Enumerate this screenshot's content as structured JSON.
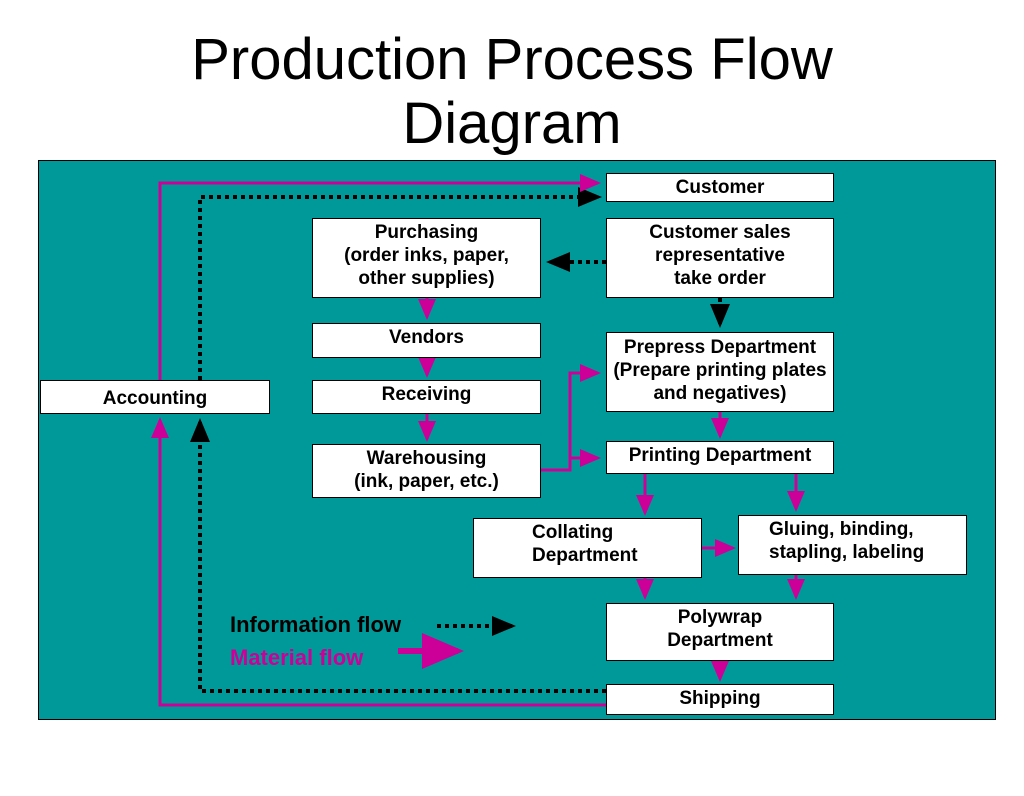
{
  "title": {
    "line1": "Production Process Flow",
    "line2": "Diagram"
  },
  "colors": {
    "panel_background": "#009999",
    "material_flow": "#cc0099",
    "information_flow": "#000000",
    "box_fill": "#ffffff",
    "legend_information_text": "#000000",
    "legend_material_text": "#cc0099"
  },
  "nodes": {
    "customer": [
      "Customer"
    ],
    "sales_rep": [
      "Customer sales",
      "representative",
      "take order"
    ],
    "purchasing": [
      "Purchasing",
      "(order inks, paper,",
      "other supplies)"
    ],
    "vendors": [
      "Vendors"
    ],
    "receiving": [
      "Receiving"
    ],
    "warehousing": [
      "Warehousing",
      "(ink, paper, etc.)"
    ],
    "accounting": [
      "Accounting"
    ],
    "prepress": [
      "Prepress Department",
      "(Prepare printing plates",
      "and negatives)"
    ],
    "printing": [
      "Printing Department"
    ],
    "collating": [
      "Collating",
      "Department"
    ],
    "gluing": [
      "Gluing, binding,",
      "stapling, labeling"
    ],
    "polywrap": [
      "Polywrap",
      "Department"
    ],
    "shipping": [
      "Shipping"
    ]
  },
  "legend": {
    "information_flow": "Information flow",
    "material_flow": "Material flow"
  },
  "edges": [
    {
      "from": "sales_rep",
      "to": "purchasing",
      "type": "information"
    },
    {
      "from": "sales_rep",
      "to": "prepress",
      "type": "information"
    },
    {
      "from": "accounting",
      "to": "customer",
      "type": "information"
    },
    {
      "from": "shipping",
      "to": "accounting",
      "type": "information"
    },
    {
      "from": "accounting",
      "to": "customer",
      "type": "material"
    },
    {
      "from": "shipping",
      "to": "accounting",
      "type": "material"
    },
    {
      "from": "purchasing",
      "to": "vendors",
      "type": "material"
    },
    {
      "from": "vendors",
      "to": "receiving",
      "type": "material"
    },
    {
      "from": "receiving",
      "to": "warehousing",
      "type": "material"
    },
    {
      "from": "warehousing",
      "to": "prepress",
      "type": "material"
    },
    {
      "from": "warehousing",
      "to": "printing",
      "type": "material"
    },
    {
      "from": "prepress",
      "to": "printing",
      "type": "material"
    },
    {
      "from": "printing",
      "to": "collating",
      "type": "material"
    },
    {
      "from": "printing",
      "to": "gluing",
      "type": "material"
    },
    {
      "from": "collating",
      "to": "gluing",
      "type": "material"
    },
    {
      "from": "collating",
      "to": "polywrap",
      "type": "material"
    },
    {
      "from": "gluing",
      "to": "polywrap",
      "type": "material"
    },
    {
      "from": "polywrap",
      "to": "shipping",
      "type": "material"
    }
  ]
}
